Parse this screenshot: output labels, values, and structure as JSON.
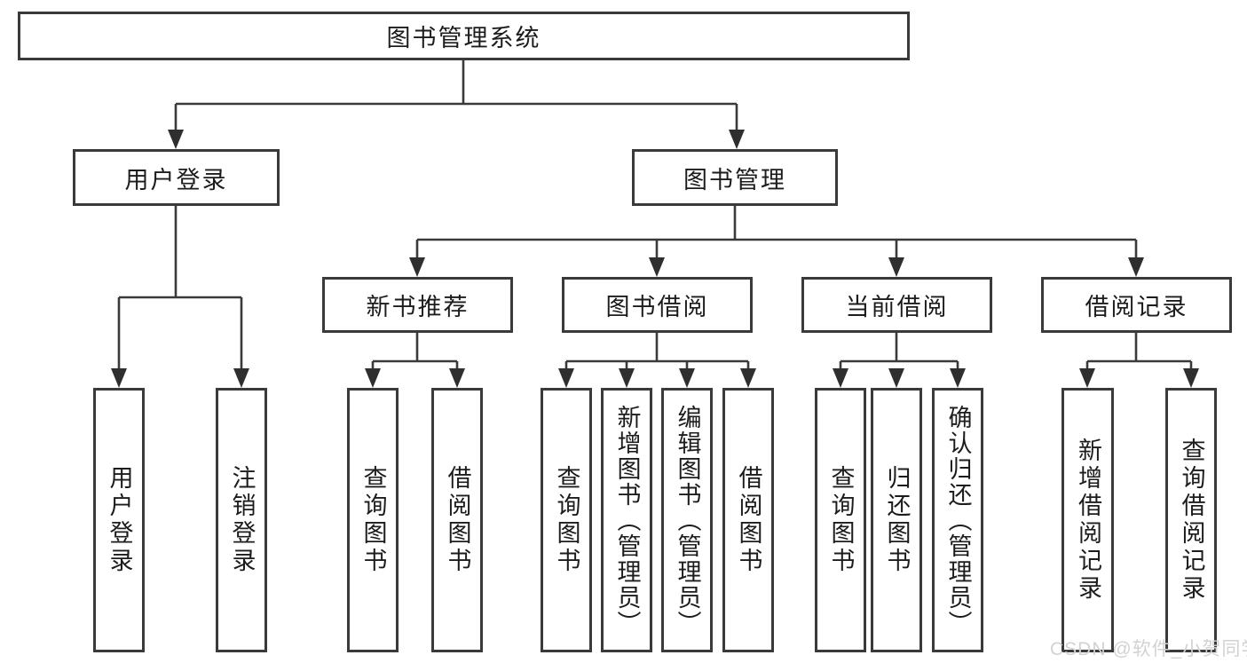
{
  "tree": {
    "root": {
      "label": "图书管理系统"
    },
    "user": {
      "label": "用户登录",
      "children": [
        {
          "label": "用户登录"
        },
        {
          "label": "注销登录"
        }
      ]
    },
    "mgmt": {
      "label": "图书管理",
      "groups": [
        {
          "label": "新书推荐",
          "children": [
            {
              "label": "查询图书"
            },
            {
              "label": "借阅图书"
            }
          ]
        },
        {
          "label": "图书借阅",
          "children": [
            {
              "label": "查询图书"
            },
            {
              "label": "新增图书（管理员）"
            },
            {
              "label": "编辑图书（管理员）"
            },
            {
              "label": "借阅图书"
            }
          ]
        },
        {
          "label": "当前借阅",
          "children": [
            {
              "label": "查询图书"
            },
            {
              "label": "归还图书"
            },
            {
              "label": "确认归还（管理员）"
            }
          ]
        },
        {
          "label": "借阅记录",
          "children": [
            {
              "label": "新增借阅记录"
            },
            {
              "label": "查询借阅记录"
            }
          ]
        }
      ]
    }
  },
  "watermark": {
    "text": "CSDN @软件_小贺同学"
  },
  "colors": {
    "line": "#3a3a3a",
    "arrow": "#2f2f2f",
    "text": "#1c1c1c",
    "background": "#ffffff",
    "watermark": "#d2d2d2"
  }
}
